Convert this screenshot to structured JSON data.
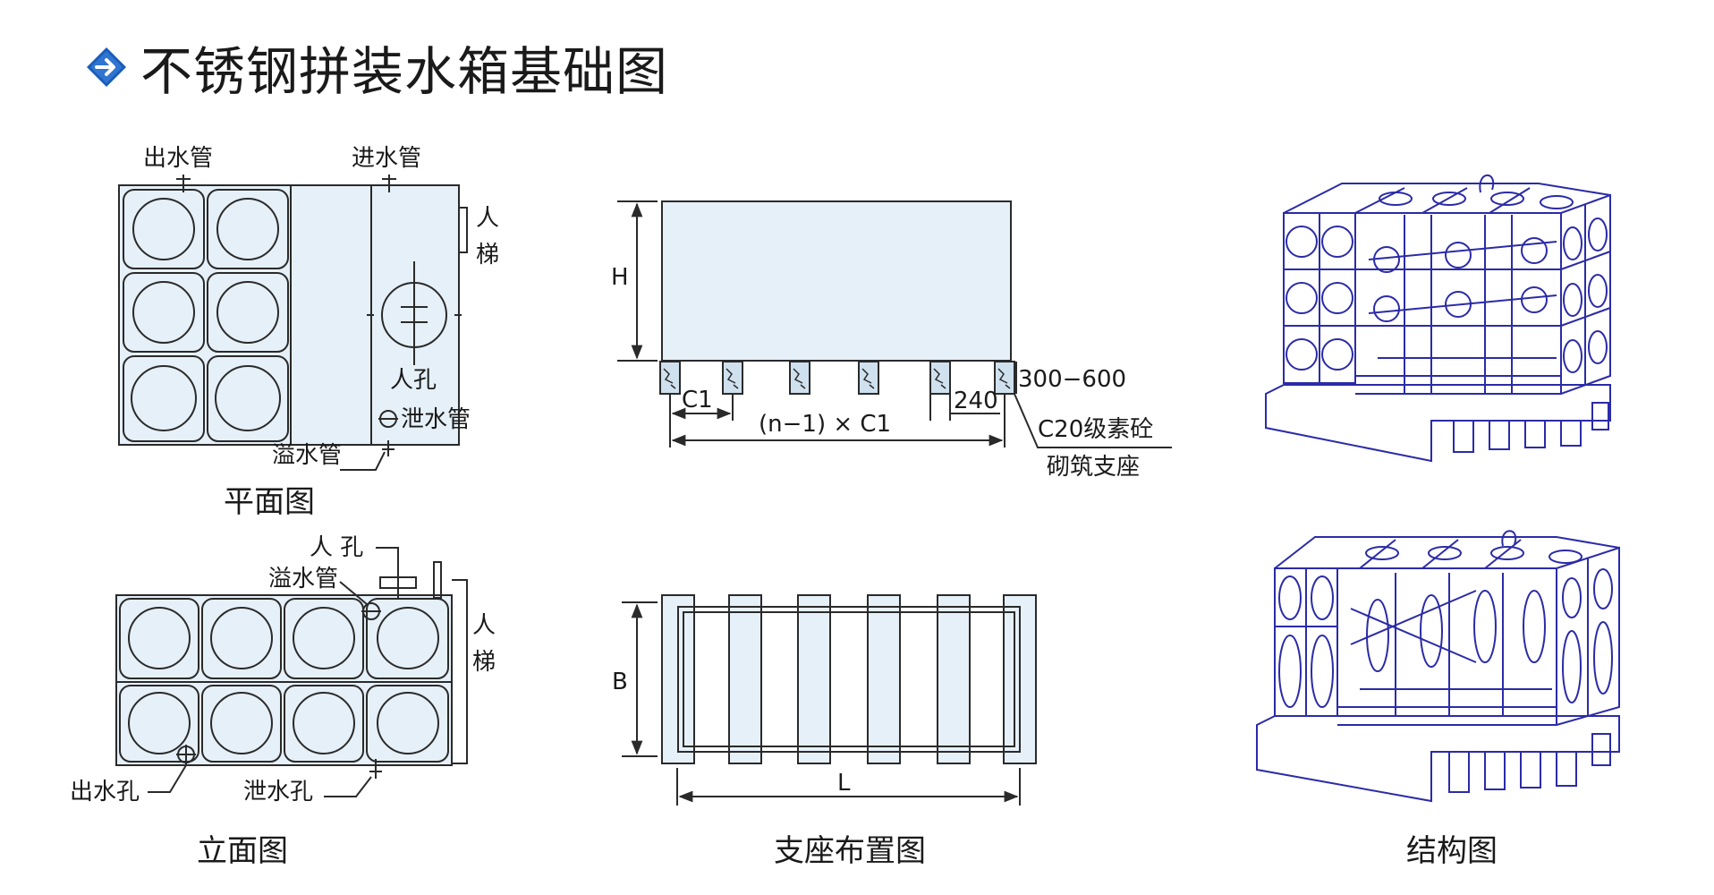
{
  "header": {
    "title": "不锈钢拼装水箱基础图",
    "arrow_icon": "arrow-right-diamond-icon"
  },
  "plan": {
    "caption": "平面图",
    "outlet_pipe": "出水管",
    "inlet_pipe": "进水管",
    "ladder_1": "人",
    "ladder_2": "梯",
    "manhole": "人孔",
    "drain_pipe": "泄水管",
    "overflow_pipe": "溢水管"
  },
  "elevation": {
    "caption": "立面图",
    "manhole": "人 孔",
    "overflow_pipe": "溢水管",
    "ladder_1": "人",
    "ladder_2": "梯",
    "outlet_hole": "出水孔",
    "drain_hole": "泄水孔"
  },
  "foundation_side": {
    "h_label": "H",
    "c1_label": "C1",
    "span_label": "(n−1) × C1",
    "width_240": "240",
    "height_range": "300−600",
    "material_1": "C20级素砼",
    "material_2": "砌筑支座"
  },
  "support_layout": {
    "caption": "支座布置图",
    "b_label": "B",
    "l_label": "L"
  },
  "structure": {
    "caption": "结构图"
  },
  "colors": {
    "line": "#2a2a2a",
    "fill": "#e6f0f8",
    "structure": "#2b2ba8",
    "accent": "#1a5cb8"
  }
}
